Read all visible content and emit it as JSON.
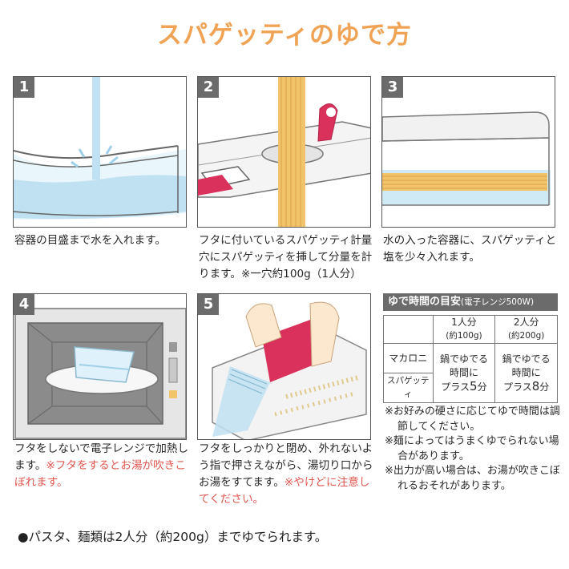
{
  "title": "スパゲッティのゆで方",
  "steps": [
    {
      "num": "1",
      "text": "容器の目盛まで水を入れます。",
      "warn": ""
    },
    {
      "num": "2",
      "text": "フタに付いているスパゲッティ計量穴にスパゲッティを挿して分量を計ります。※一穴約100g（1人分）",
      "warn": ""
    },
    {
      "num": "3",
      "text": "水の入った容器に、スパゲッティと塩を少々入れます。",
      "warn": ""
    },
    {
      "num": "4",
      "text": "フタをしないで電子レンジで加熱します。",
      "warn": "※フタをするとお湯が吹きこぼれます。"
    },
    {
      "num": "5",
      "text": "フタをしっかりと閉め、外れないよう指で押さえながら、湯切り口からお湯をすてます。",
      "warn": "※やけどに注意してください。"
    }
  ],
  "guide": {
    "title": "ゆで時間の目安",
    "subtitle": "(電子レンジ500W)",
    "col1_label": "1人分",
    "col1_sub": "(約100g)",
    "col2_label": "2人分",
    "col2_sub": "(約200g)",
    "row1_label": "マカロニ",
    "row2_label": "スパゲッティ",
    "base_line1": "鍋でゆでる",
    "base_line2": "時間に",
    "plus": "プラス",
    "plus1": "5",
    "plus2": "8",
    "unit": "分"
  },
  "notes": [
    "※お好みの硬さに応じてゆで時間は調節してください。",
    "※麺によってはうまくゆでられない場合があります。",
    "※出力が高い場合は、お湯が吹きこぼれるおそれがあります。"
  ],
  "footer": "●パスタ、麺類は2人分（約200g）までゆでられます。",
  "colors": {
    "title": "#f0a354",
    "warning": "#e0574f",
    "water": "#bfe1f1",
    "spaghetti": "#f2c46a",
    "lid_pink": "#d9315c"
  }
}
